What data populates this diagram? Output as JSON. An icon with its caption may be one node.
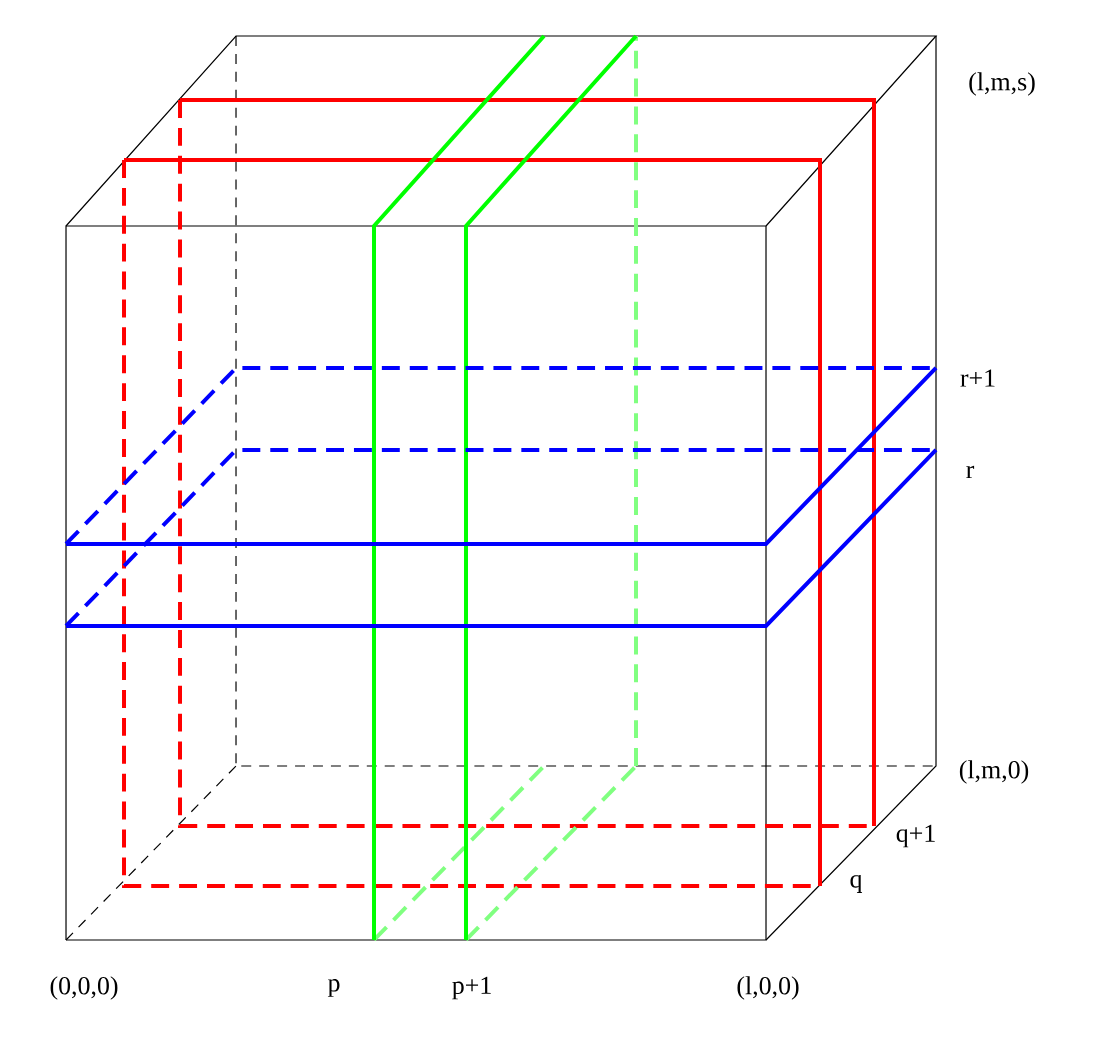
{
  "diagram": {
    "labels": [
      "(l,m,s)",
      "r+1",
      "r",
      "(l,m,0)",
      "q+1",
      "q",
      "(0,0,0)",
      "p",
      "p+1",
      "(l,0,0)"
    ]
  }
}
